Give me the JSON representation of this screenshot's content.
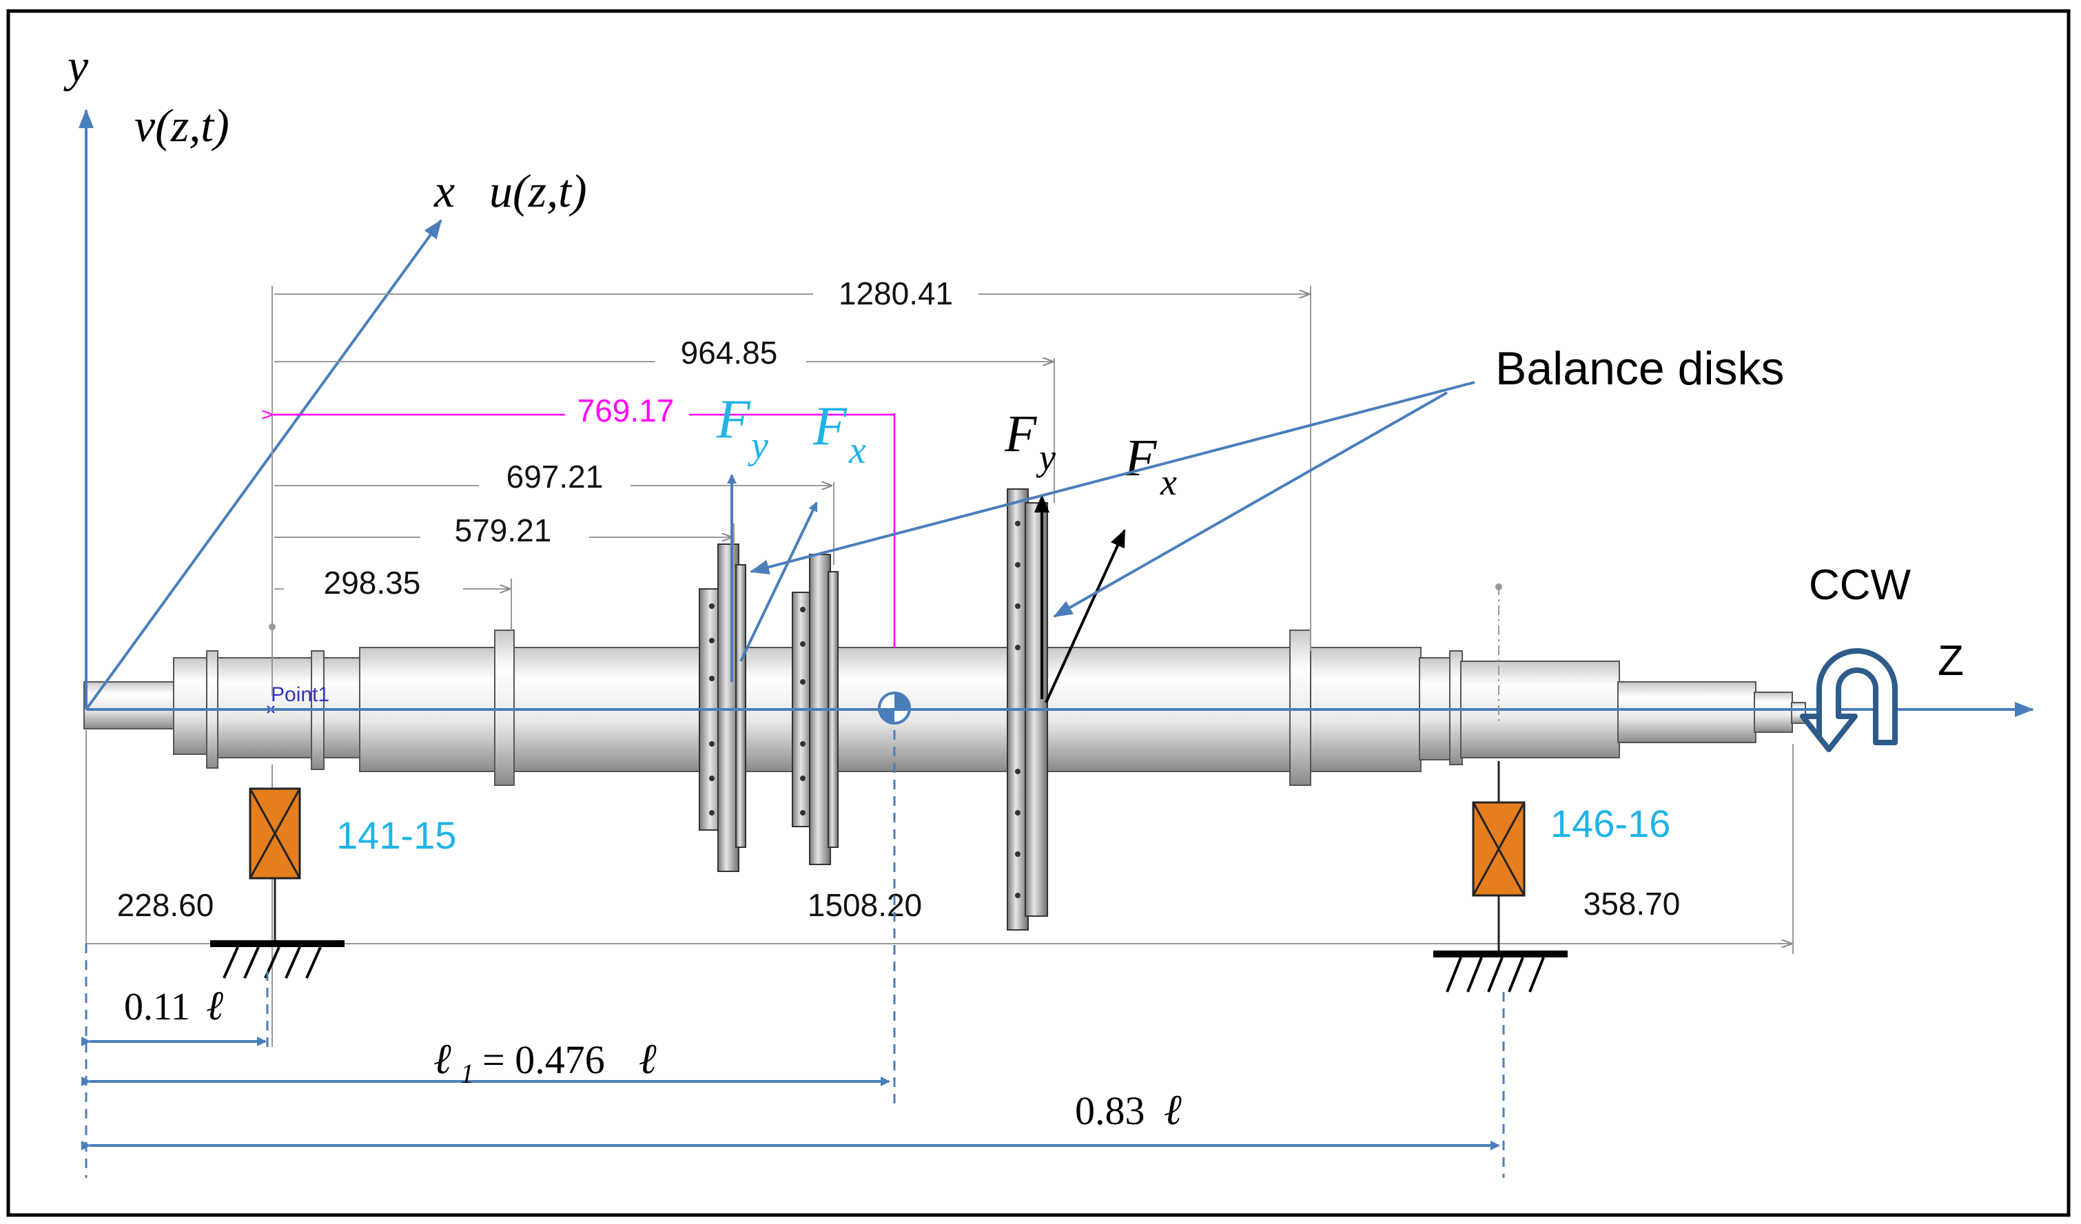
{
  "axes": {
    "y_label": "y",
    "v_label": "v(z,t)",
    "x_label": "x",
    "u_label": "u(z,t)",
    "z_label": "Z"
  },
  "dimensions": {
    "d1280": "1280.41",
    "d964": "964.85",
    "d769": "769.17",
    "d697": "697.21",
    "d579": "579.21",
    "d298": "298.35",
    "d228": "228.60",
    "d1508": "1508.20",
    "d358": "358.70"
  },
  "forces": {
    "fy_sub": "y",
    "fx_sub": "x",
    "fy_base": "F",
    "fx_base": "F"
  },
  "labels": {
    "balance_disks": "Balance disks",
    "ccw": "CCW",
    "point1": "Point1",
    "bearing_left": "141-15",
    "bearing_right": "146-16"
  },
  "fractions": {
    "f011": "0.11",
    "l1_sym": "ℓ",
    "l1_sub": "1",
    "l1_rest": "= 0.476",
    "f083": "0.83",
    "ell": "ℓ"
  },
  "colors": {
    "axis_blue": "#4a7ebb",
    "cyan_text": "#1fb3e8",
    "magenta": "#ff00ff",
    "bearing_orange": "#e57e1e",
    "ccw_arrow": "#2e5b8a"
  }
}
